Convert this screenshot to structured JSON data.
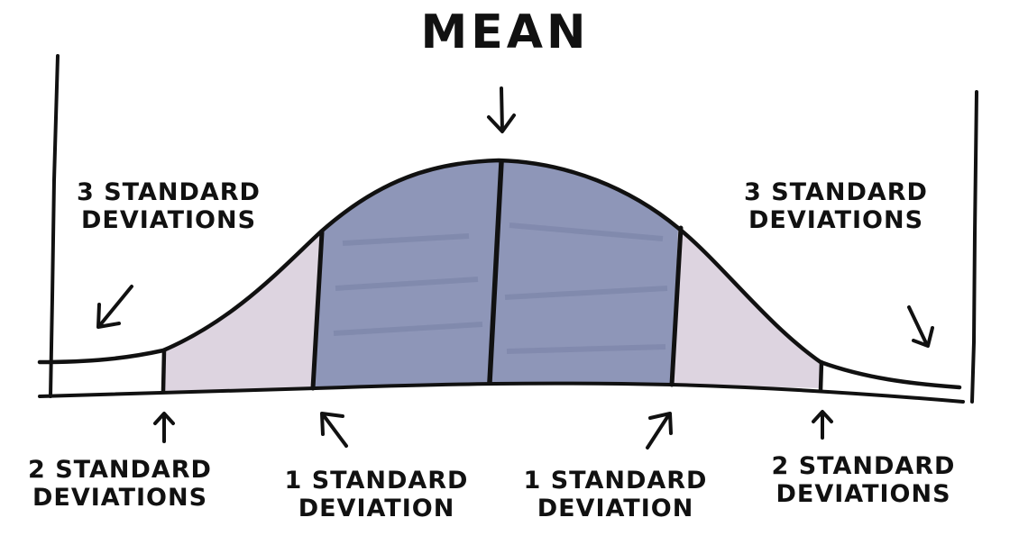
{
  "title": "MEAN",
  "labels": {
    "top_left": [
      "3 STANDARD",
      "DEVIATIONS"
    ],
    "top_right": [
      "3 STANDARD",
      "DEVIATIONS"
    ],
    "bottom_far_left": [
      "2 STANDARD",
      "DEVIATIONS"
    ],
    "bottom_mid_left": [
      "1 STANDARD",
      "DEVIATION"
    ],
    "bottom_mid_right": [
      "1 STANDARD",
      "DEVIATION"
    ],
    "bottom_far_right": [
      "2 STANDARD",
      "DEVIATIONS"
    ]
  },
  "colors": {
    "ink": "#111111",
    "inner_fill": "#8e96b8",
    "outer_fill": "#ddd4e0",
    "background": "#ffffff"
  }
}
